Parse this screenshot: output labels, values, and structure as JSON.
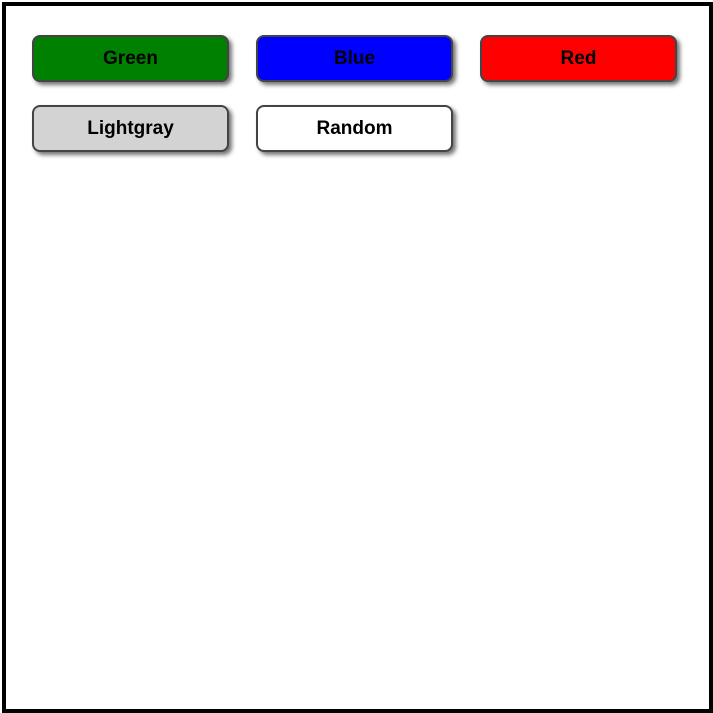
{
  "buttons": [
    {
      "label": "Green",
      "color": "#008000"
    },
    {
      "label": "Blue",
      "color": "#0000ff"
    },
    {
      "label": "Red",
      "color": "#ff0000"
    },
    {
      "label": "Lightgray",
      "color": "#d3d3d3"
    },
    {
      "label": "Random",
      "color": "#ffffff"
    }
  ]
}
